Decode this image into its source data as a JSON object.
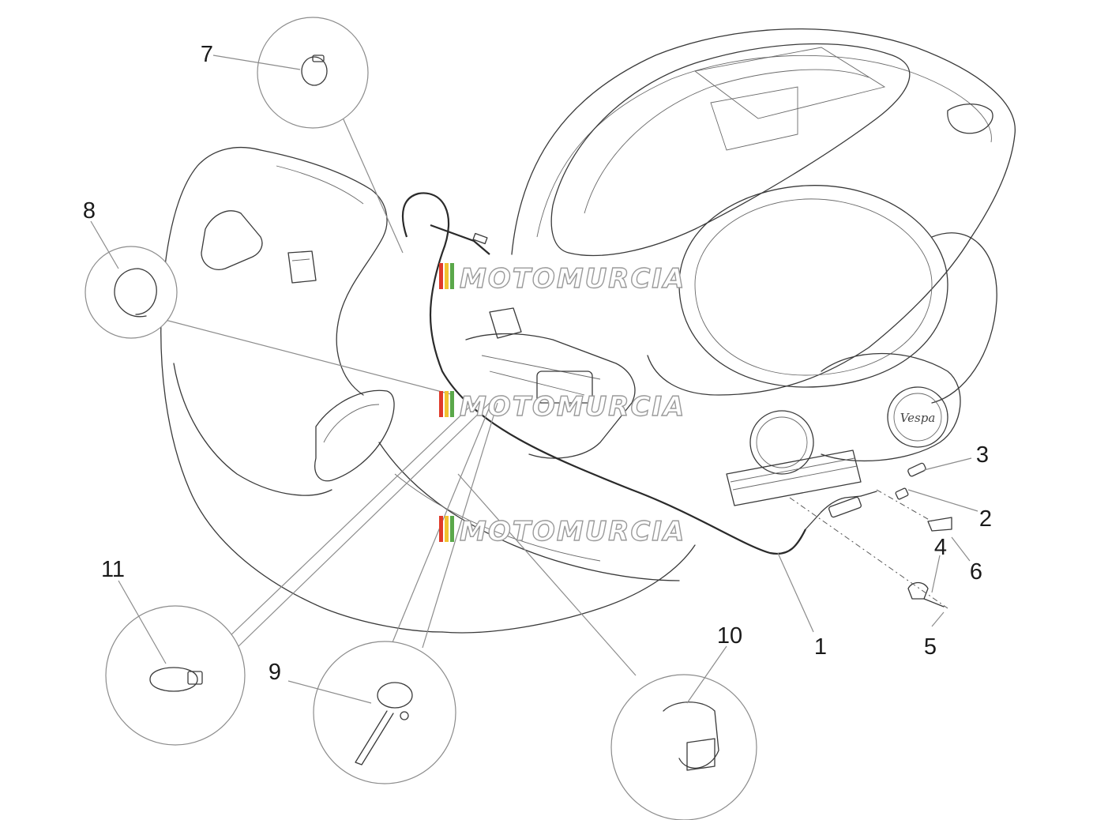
{
  "diagram": {
    "part_numbers": [
      "1",
      "2",
      "3",
      "4",
      "5",
      "6",
      "7",
      "8",
      "9",
      "10",
      "11"
    ],
    "watermark_text": "MOTOMURCIA",
    "brand_script": "Vespa",
    "colors": {
      "outline": "#3a3a3a",
      "leader": "#8c8c8c",
      "watermark_stripe_red": "#e03a2a",
      "watermark_stripe_yellow": "#f2c230",
      "watermark_stripe_green": "#5aa84a"
    }
  }
}
